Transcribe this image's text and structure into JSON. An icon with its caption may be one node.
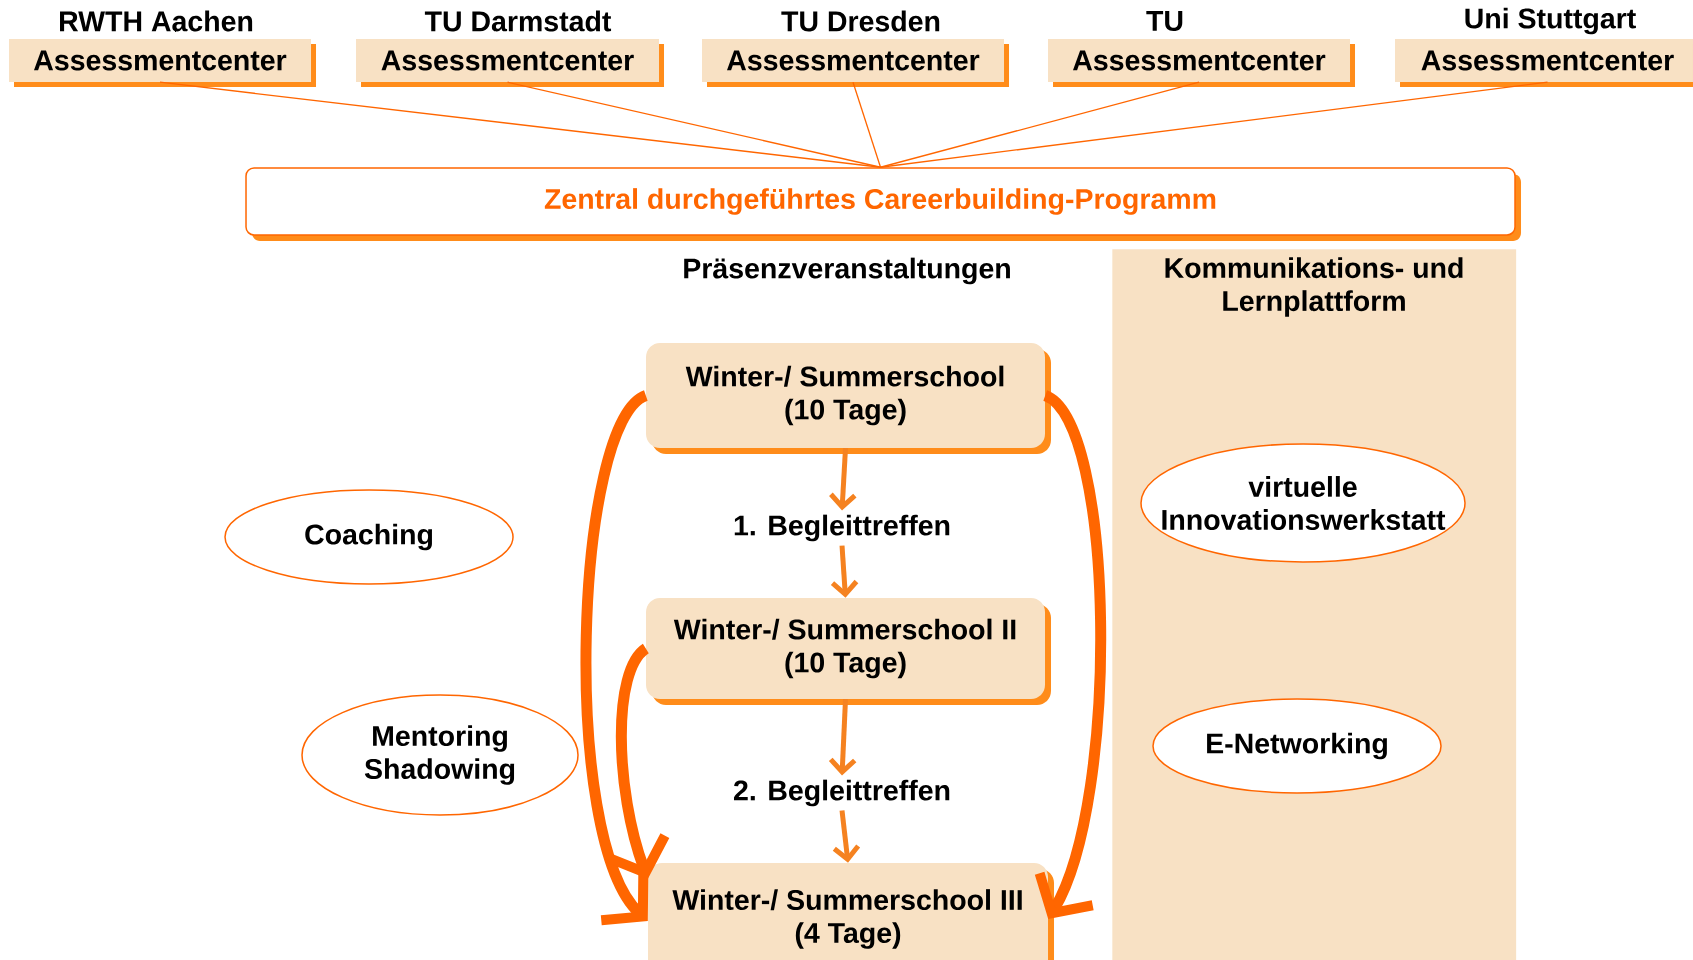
{
  "diagram": {
    "nodes": [
      {
        "text": [
          "RWTH Aachen",
          "Assessmentcenter"
        ]
      },
      {
        "text": [
          "TU Darmstadt",
          "Assessmentcenter"
        ]
      },
      {
        "text": [
          "TU Dresden",
          "Assessmentcenter"
        ]
      },
      {
        "text": [
          "TU",
          "Assessmentcenter"
        ]
      },
      {
        "text": [
          "Uni Stuttgart",
          "Assessmentcenter"
        ]
      },
      {
        "text": [
          "Zentral durchgeführtes Careerbuilding-Programm"
        ]
      },
      {
        "text": [
          "Winter-/ Summerschool (10 Tage)"
        ]
      },
      {
        "text": [
          "Kommunikations- und Lernplattform"
        ]
      },
      {
        "text": [
          "virtuelle Innovationswerkstatt"
        ],
        "in": 7
      },
      {
        "text": [
          "Coaching"
        ]
      },
      {
        "text": [
          "1. Begleittreffen"
        ]
      },
      {
        "text": [
          "Winter-/ Summerschool II (10 Tage)"
        ]
      },
      {
        "text": [
          "Mentoring Shadowing"
        ]
      },
      {
        "text": [
          "E-Networking"
        ],
        "in": 7
      },
      {
        "text": [
          "2. Begleittreffen"
        ]
      },
      {
        "text": [
          "Winter-/ Summerschool III (4 Tage)"
        ]
      }
    ],
    "edges": [
      {
        "from": 0,
        "to": 5,
        "arrow": "none"
      },
      {
        "from": 1,
        "to": 5,
        "arrow": "none"
      },
      {
        "from": 2,
        "to": 5,
        "arrow": "none"
      },
      {
        "from": 3,
        "to": 5,
        "arrow": "none"
      },
      {
        "from": 4,
        "to": 5,
        "arrow": "none"
      },
      {
        "from": 6,
        "to": 10,
        "arrow": "to"
      },
      {
        "from": 10,
        "to": 11,
        "arrow": "to"
      },
      {
        "from": 11,
        "to": 14,
        "arrow": "to"
      },
      {
        "from": 14,
        "to": 15,
        "arrow": "to"
      },
      {
        "from": 6,
        "to": 15,
        "arrow": "to",
        "style": "thick"
      },
      {
        "from": 11,
        "to": 15,
        "arrow": "to",
        "style": "thick"
      },
      {
        "from": 6,
        "to": 15,
        "arrow": "to",
        "style": "thick"
      }
    ],
    "labels": [
      "Präsenzveranstaltungen"
    ]
  }
}
